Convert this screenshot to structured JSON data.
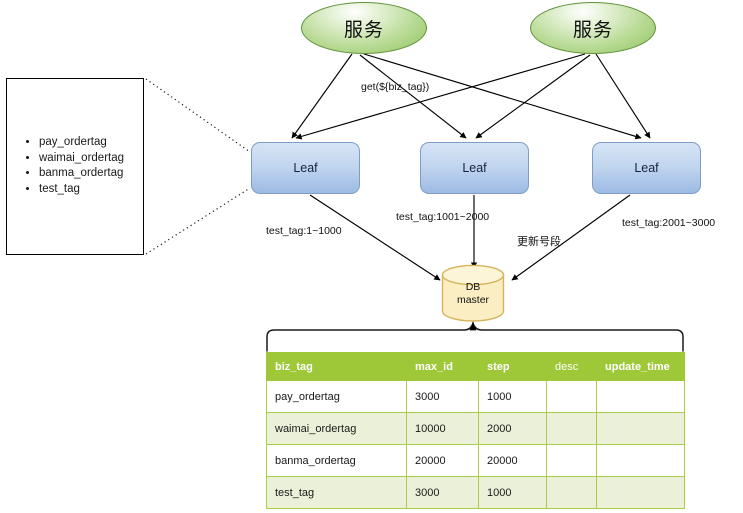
{
  "callout": {
    "tags": [
      "pay_ordertag",
      "waimai_ordertag",
      "banma_ordertag",
      "test_tag"
    ]
  },
  "services": [
    {
      "label": "服务"
    },
    {
      "label": "服务"
    }
  ],
  "leaf_nodes": [
    {
      "label": "Leaf"
    },
    {
      "label": "Leaf"
    },
    {
      "label": "Leaf"
    }
  ],
  "database": {
    "line1": "DB",
    "line2": "master"
  },
  "edge_labels": {
    "get_request": "get(${biz_tag})",
    "range_left": "test_tag:1~1000",
    "range_middle": "test_tag:1001~2000",
    "range_right": "test_tag:2001~3000",
    "update_segment": "更新号段"
  },
  "table": {
    "columns": [
      "biz_tag",
      "max_id",
      "step",
      "desc",
      "update_time"
    ],
    "rows": [
      {
        "biz_tag": "pay_ordertag",
        "max_id": "3000",
        "step": "1000",
        "desc": "",
        "update_time": ""
      },
      {
        "biz_tag": "waimai_ordertag",
        "max_id": "10000",
        "step": "2000",
        "desc": "",
        "update_time": ""
      },
      {
        "biz_tag": "banma_ordertag",
        "max_id": "20000",
        "step": "20000",
        "desc": "",
        "update_time": ""
      },
      {
        "biz_tag": "test_tag",
        "max_id": "3000",
        "step": "1000",
        "desc": "",
        "update_time": ""
      }
    ]
  },
  "colors": {
    "header_green": "#9fc839",
    "row_alt_green": "#eaf1d8",
    "service_green": "#8fc45f",
    "leaf_blue": "#9dbbe3",
    "db_cream": "#fbeec2",
    "db_border": "#d6b45c",
    "edge_black": "#000000"
  }
}
